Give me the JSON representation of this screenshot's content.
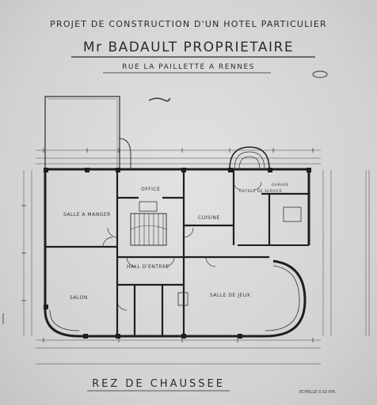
{
  "drawing": {
    "title_line1": "PROJET DE CONSTRUCTION D'UN HOTEL PARTICULIER",
    "title_line2": "Mr BADAULT PROPRIETAIRE",
    "title_line3": "RUE LA PAILLETTE A RENNES",
    "floor_label": "REZ DE CHAUSSEE",
    "scale": "ECHELLE 0.02 P.M."
  },
  "rooms": {
    "salle_a_manger": "SALLE A MANGER",
    "office": "OFFICE",
    "cuisine": "CUISINE",
    "entree_service": "ENTREE DE SERVICE",
    "garage": "GARAGE",
    "hall": "HALL D'ENTREE",
    "salon": "SALON",
    "salle_de_jeux": "SALLE DE JEUX"
  },
  "colors": {
    "paper": "#d9d9d7",
    "ink": "#2b2b2b",
    "wall": "#1e1e1e"
  }
}
